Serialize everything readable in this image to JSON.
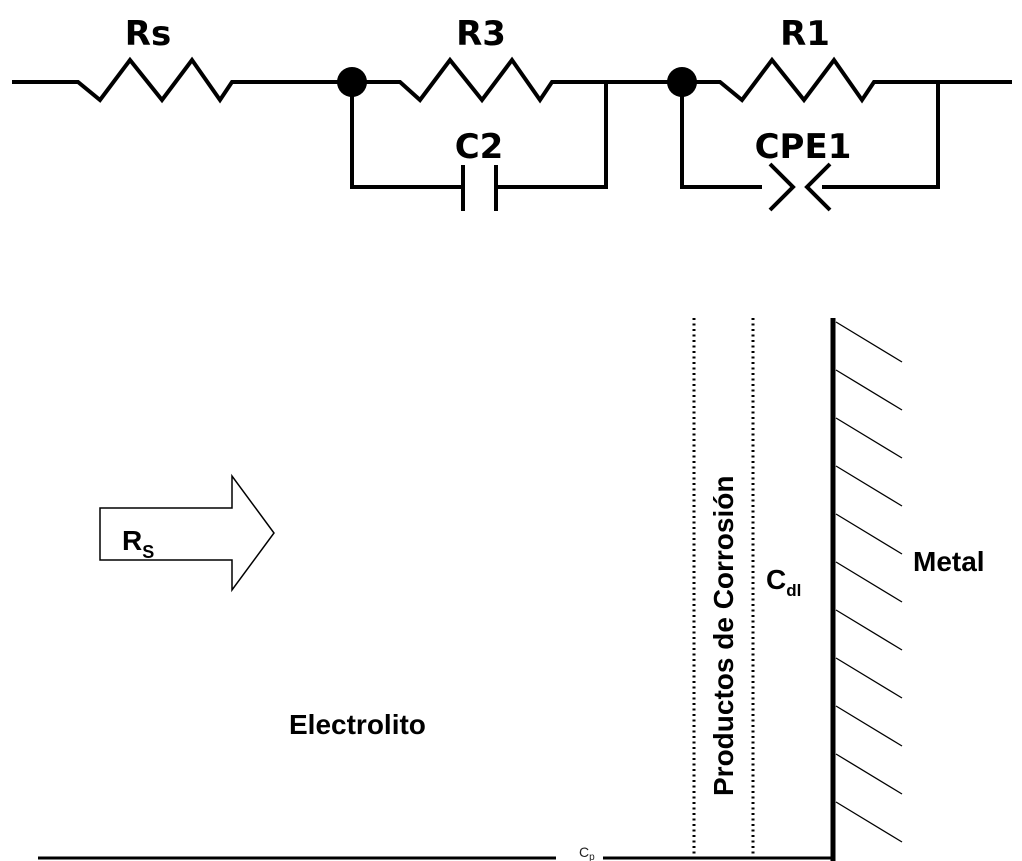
{
  "circuit": {
    "labels": {
      "rs": "Rs",
      "r3": "R3",
      "r1": "R1",
      "c2": "C2",
      "cpe1": "CPE1"
    }
  },
  "interface": {
    "rs_main": "R",
    "rs_sub": "S",
    "electrolyte": "Electrolito",
    "corrosion_products": "Productos de Corrosión",
    "cdl_main": "C",
    "cdl_sub": "dl",
    "metal": "Metal",
    "cp_main": "C",
    "cp_sub": "p"
  },
  "colors": {
    "line": "#000000",
    "background": "#ffffff"
  }
}
